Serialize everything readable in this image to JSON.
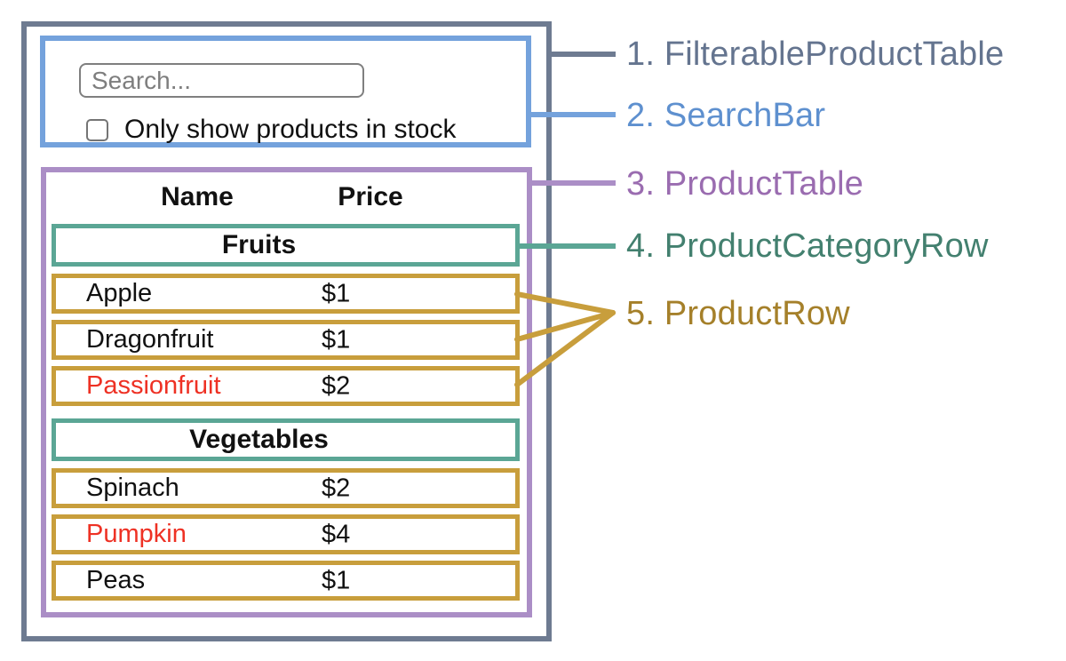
{
  "palette": {
    "filterable_product_table": "#6e7b91",
    "search_bar": "#74a2dc",
    "product_table": "#ab8ec6",
    "product_category_row": "#5ba695",
    "product_row": "#c89e3c",
    "label_filterable": "#64748f",
    "label_searchbar": "#5e90cf",
    "label_producttable": "#9a6cb0",
    "label_categoryrow": "#43806f",
    "label_productrow": "#a5802a",
    "out_of_stock_text": "#ee3124"
  },
  "search_bar": {
    "input_placeholder": "Search...",
    "checkbox_checked": false,
    "checkbox_label": "Only show products in stock"
  },
  "table": {
    "headers": [
      "Name",
      "Price"
    ],
    "sections": [
      {
        "category": "Fruits",
        "products": [
          {
            "name": "Apple",
            "price": "$1",
            "in_stock": true
          },
          {
            "name": "Dragonfruit",
            "price": "$1",
            "in_stock": true
          },
          {
            "name": "Passionfruit",
            "price": "$2",
            "in_stock": false
          }
        ]
      },
      {
        "category": "Vegetables",
        "products": [
          {
            "name": "Spinach",
            "price": "$2",
            "in_stock": true
          },
          {
            "name": "Pumpkin",
            "price": "$4",
            "in_stock": false
          },
          {
            "name": "Peas",
            "price": "$1",
            "in_stock": true
          }
        ]
      }
    ]
  },
  "legend": [
    {
      "label": "1. FilterableProductTable"
    },
    {
      "label": "2. SearchBar"
    },
    {
      "label": "3. ProductTable"
    },
    {
      "label": "4. ProductCategoryRow"
    },
    {
      "label": "5. ProductRow"
    }
  ]
}
